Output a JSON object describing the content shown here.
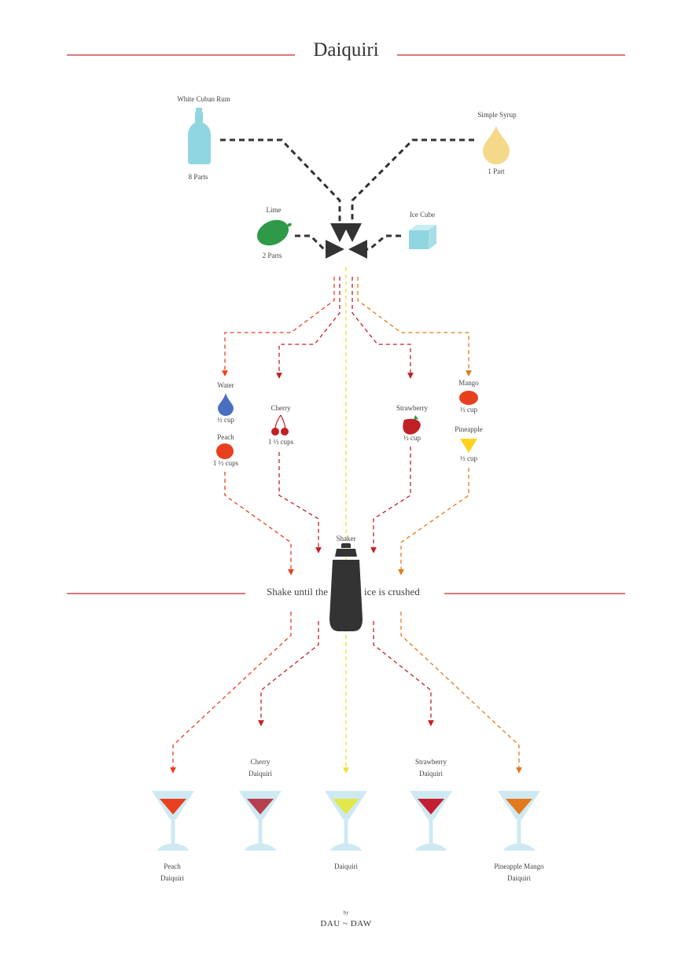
{
  "title": "Daiquiri",
  "colors": {
    "rule": "#c8282d",
    "dark": "#333333",
    "ice_blue": "#8fd6e0",
    "glass_blue": "#cfe9f3",
    "yellow": "#f4de2e",
    "red": "#d8302a",
    "orange_red": "#e8401e",
    "crimson": "#c12026",
    "orange": "#e27a1c"
  },
  "base_ingredients": {
    "rum": {
      "name": "White Cuban Rum",
      "amount": "8 Parts",
      "icon": "bottle-icon"
    },
    "syrup": {
      "name": "Simple Syrup",
      "amount": "1 Part",
      "icon": "syrup-drop-icon"
    },
    "lime": {
      "name": "Lime",
      "amount": "2 Parts",
      "icon": "lime-icon"
    },
    "ice": {
      "name": "Ice Cube",
      "icon": "ice-cube-icon"
    }
  },
  "flavors": {
    "water": {
      "name": "Water",
      "amount": "½ cup",
      "icon": "water-drop-icon"
    },
    "peach": {
      "name": "Peach",
      "amount": "1 ½ cups",
      "icon": "peach-icon"
    },
    "cherry": {
      "name": "Cherry",
      "amount": "1 ½ cups",
      "icon": "cherry-icon"
    },
    "strawberry": {
      "name": "Strawberry",
      "amount": "½ cup",
      "icon": "strawberry-icon"
    },
    "mango": {
      "name": "Mango",
      "amount": "½ cup",
      "icon": "mango-icon"
    },
    "pineapple": {
      "name": "Pineapple",
      "amount": "½ cup",
      "icon": "pineapple-icon"
    }
  },
  "shaker": {
    "label": "Shaker",
    "icon": "shaker-icon"
  },
  "instruction": {
    "left": "Shake until the",
    "right": "ice is crushed"
  },
  "drinks": [
    {
      "line1": "Peach",
      "line2": "Daiquiri",
      "fill": "#e8401e"
    },
    {
      "line1": "Cherry",
      "line2": "Daiquiri",
      "fill": "#b5404d"
    },
    {
      "line1": "Daiquiri",
      "line2": "",
      "fill": "#e3e84a"
    },
    {
      "line1": "Strawberry",
      "line2": "Daiquiri",
      "fill": "#c41e33"
    },
    {
      "line1": "Pineapple Mango",
      "line2": "Daiquiri",
      "fill": "#e27a1c"
    }
  ],
  "credit": {
    "by": "by",
    "name": "DAU ~ DAW"
  }
}
